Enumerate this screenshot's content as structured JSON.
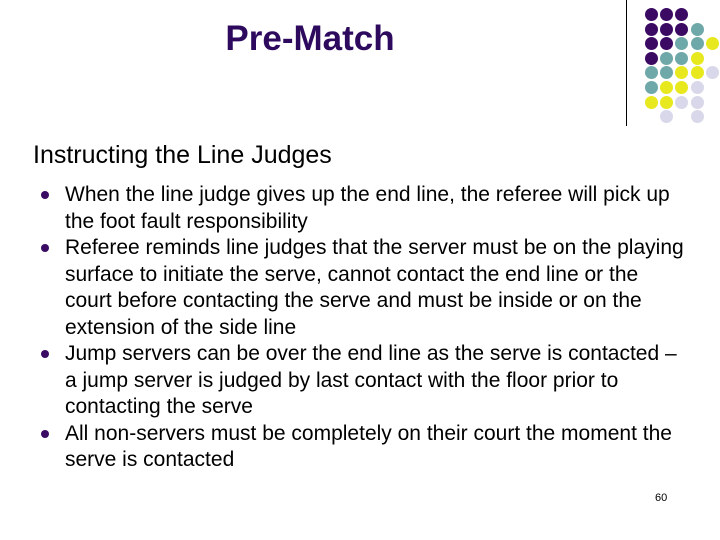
{
  "slide": {
    "title": "Pre-Match",
    "title_color": "#2d0a5e",
    "background_color": "#ffffff",
    "page_number": "60"
  },
  "content": {
    "heading": "Instructing the Line Judges",
    "bullets": [
      {
        "text": "When the line judge gives up the end line, the referee will pick up the foot fault responsibility"
      },
      {
        "text": "Referee reminds line judges that the server must be on the playing surface to initiate the serve, cannot contact the end line or the court before contacting the serve and must be inside or on the extension of the side line"
      },
      {
        "text": "Jump servers can be over the end line as the serve is contacted – a jump server is judged by last contact with the floor prior to contacting the serve"
      },
      {
        "text": "All non-servers must be completely on their court the moment the serve is contacted"
      }
    ],
    "bullet_marker_color": "#3b0a63"
  },
  "decoration": {
    "divider_line_color": "#000000",
    "palette": {
      "purple": "#3b0a63",
      "teal": "#6fa8a8",
      "yellow": "#e8e81e",
      "lavender": "#d8d8ea"
    },
    "dot_grid": [
      {
        "col": 0,
        "row": 0,
        "color": "#3b0a63"
      },
      {
        "col": 1,
        "row": 0,
        "color": "#3b0a63"
      },
      {
        "col": 2,
        "row": 0,
        "color": "#3b0a63"
      },
      {
        "col": 0,
        "row": 1,
        "color": "#3b0a63"
      },
      {
        "col": 1,
        "row": 1,
        "color": "#3b0a63"
      },
      {
        "col": 2,
        "row": 1,
        "color": "#3b0a63"
      },
      {
        "col": 3,
        "row": 1,
        "color": "#6fa8a8"
      },
      {
        "col": 0,
        "row": 2,
        "color": "#3b0a63"
      },
      {
        "col": 1,
        "row": 2,
        "color": "#3b0a63"
      },
      {
        "col": 2,
        "row": 2,
        "color": "#6fa8a8"
      },
      {
        "col": 3,
        "row": 2,
        "color": "#6fa8a8"
      },
      {
        "col": 4,
        "row": 2,
        "color": "#e8e81e"
      },
      {
        "col": 0,
        "row": 3,
        "color": "#3b0a63"
      },
      {
        "col": 1,
        "row": 3,
        "color": "#6fa8a8"
      },
      {
        "col": 2,
        "row": 3,
        "color": "#6fa8a8"
      },
      {
        "col": 3,
        "row": 3,
        "color": "#e8e81e"
      },
      {
        "col": 0,
        "row": 4,
        "color": "#6fa8a8"
      },
      {
        "col": 1,
        "row": 4,
        "color": "#6fa8a8"
      },
      {
        "col": 2,
        "row": 4,
        "color": "#e8e81e"
      },
      {
        "col": 3,
        "row": 4,
        "color": "#e8e81e"
      },
      {
        "col": 4,
        "row": 4,
        "color": "#d8d8ea"
      },
      {
        "col": 0,
        "row": 5,
        "color": "#6fa8a8"
      },
      {
        "col": 1,
        "row": 5,
        "color": "#e8e81e"
      },
      {
        "col": 2,
        "row": 5,
        "color": "#e8e81e"
      },
      {
        "col": 3,
        "row": 5,
        "color": "#d8d8ea"
      },
      {
        "col": 0,
        "row": 6,
        "color": "#e8e81e"
      },
      {
        "col": 1,
        "row": 6,
        "color": "#e8e81e"
      },
      {
        "col": 2,
        "row": 6,
        "color": "#d8d8ea"
      },
      {
        "col": 3,
        "row": 6,
        "color": "#d8d8ea"
      },
      {
        "col": 1,
        "row": 7,
        "color": "#d8d8ea"
      },
      {
        "col": 3,
        "row": 7,
        "color": "#d8d8ea"
      }
    ]
  }
}
